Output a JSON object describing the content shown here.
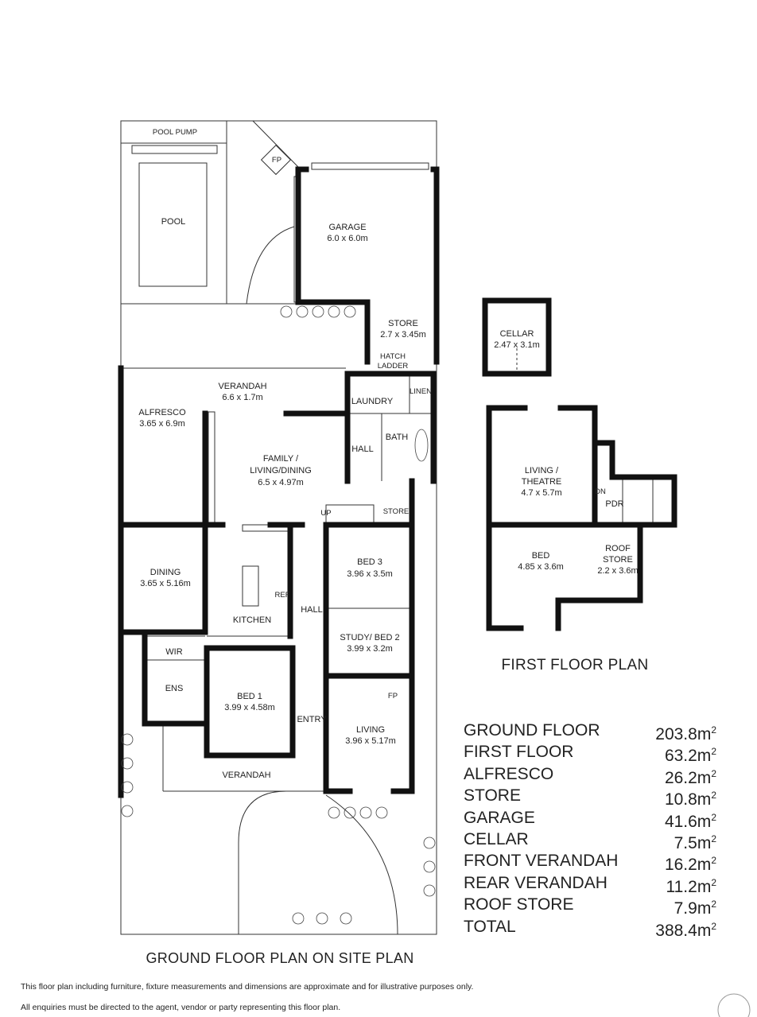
{
  "ground_floor": {
    "rooms": {
      "pool_pump": "POOL PUMP",
      "pool": "POOL",
      "fp_outdoor": "FP",
      "garage": {
        "name": "GARAGE",
        "size": "6.0 x 6.0m"
      },
      "store": {
        "name": "STORE",
        "size": "2.7 x 3.45m"
      },
      "hatch": "HATCH",
      "ladder": "LADDER",
      "rear_verandah": {
        "name": "VERANDAH",
        "size": "6.6 x 1.7m"
      },
      "laundry": "LAUNDRY",
      "linen": "LINEN",
      "alfresco": {
        "name": "ALFRESCO",
        "size": "3.65 x 6.9m"
      },
      "family": {
        "name1": "FAMILY /",
        "name2": "LIVING/DINING",
        "size": "6.5 x 4.97m"
      },
      "bath": "BATH",
      "hall_small": "HALL",
      "up": "UP",
      "store_small": "STORE",
      "dining": {
        "name": "DINING",
        "size": "3.65 x 5.16m"
      },
      "kitchen": "KITCHEN",
      "ref": "REF",
      "hall": "HALL",
      "bed3": {
        "name": "BED 3",
        "size": "3.96 x 3.5m"
      },
      "study": {
        "name": "STUDY/ BED 2",
        "size": "3.99 x 3.2m"
      },
      "wir": "WIR",
      "ens": "ENS",
      "bed1": {
        "name": "BED 1",
        "size": "3.99 x 4.58m"
      },
      "entry": "ENTRY",
      "living": {
        "name": "LIVING",
        "size": "3.96 x 5.17m"
      },
      "fp_living": "FP",
      "front_verandah": "VERANDAH"
    },
    "title": "GROUND FLOOR PLAN ON SITE PLAN"
  },
  "first_floor": {
    "rooms": {
      "cellar": {
        "name": "CELLAR",
        "size": "2.47 x 3.1m"
      },
      "theatre": {
        "name1": "LIVING /",
        "name2": "THEATRE",
        "size": "4.7 x 5.7m"
      },
      "pdr": "PDR",
      "dn": "DN",
      "bed": {
        "name": "BED",
        "size": "4.85 x 3.6m"
      },
      "roof_store": {
        "name1": "ROOF",
        "name2": "STORE",
        "size": "2.2 x 3.6m"
      }
    },
    "title": "FIRST FLOOR PLAN"
  },
  "areas": [
    {
      "label": "GROUND FLOOR",
      "value": "203.8m",
      "unit_sup": "2"
    },
    {
      "label": "FIRST FLOOR",
      "value": "63.2m",
      "unit_sup": "2"
    },
    {
      "label": "ALFRESCO",
      "value": "26.2m",
      "unit_sup": "2"
    },
    {
      "label": "STORE",
      "value": "10.8m",
      "unit_sup": "2"
    },
    {
      "label": "GARAGE",
      "value": "41.6m",
      "unit_sup": "2"
    },
    {
      "label": "CELLAR",
      "value": "7.5m",
      "unit_sup": "2"
    },
    {
      "label": "FRONT VERANDAH",
      "value": "16.2m",
      "unit_sup": "2"
    },
    {
      "label": "REAR VERANDAH",
      "value": "11.2m",
      "unit_sup": "2"
    },
    {
      "label": "ROOF STORE",
      "value": "7.9m",
      "unit_sup": "2"
    },
    {
      "label": "TOTAL",
      "value": "388.4m",
      "unit_sup": "2"
    }
  ],
  "disclaimer": {
    "line1": "This floor plan including furniture, fixture measurements and dimensions are approximate and for illustrative purposes only.",
    "line2": "All enquiries must be directed to the agent, vendor or party representing this floor plan."
  }
}
